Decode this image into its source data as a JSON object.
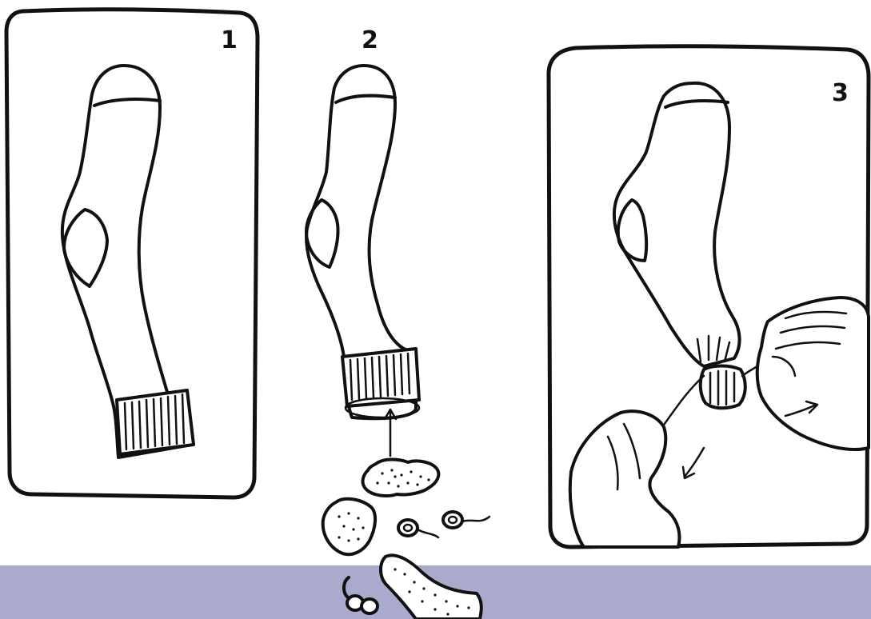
{
  "steps": [
    {
      "number": "1"
    },
    {
      "number": "2"
    },
    {
      "number": "3"
    }
  ],
  "colors": {
    "background": "#ffffff",
    "ink": "#111111",
    "bottom_band": "#aaaacc"
  },
  "icons": {
    "step1": "sock-icon",
    "step2": "sock-with-stuffing-icon",
    "step3": "hands-tying-sock-icon"
  }
}
